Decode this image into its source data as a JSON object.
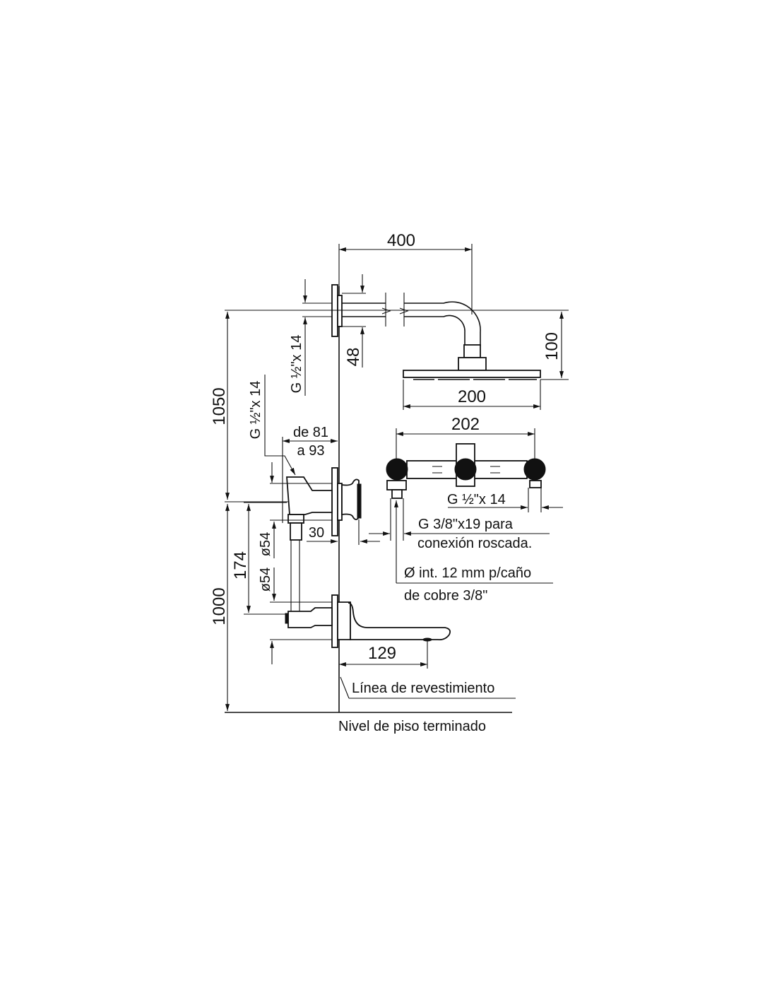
{
  "dimensions": {
    "shower_arm_length": "400",
    "shower_head_drop": "100",
    "shower_head_diameter": "200",
    "arm_offset": "48",
    "arm_thread": "G ½\"x 14",
    "head_height": "1050",
    "valve_thread": "G ½\"x 14",
    "depth_from": "de 81",
    "depth_to": "a 93",
    "valve_spacing": "174",
    "diameter_top": "ø54",
    "diameter_bottom": "ø54",
    "flange_depth": "30",
    "valve_height": "1000",
    "spout_length": "129",
    "top_view_width": "202",
    "top_view_thread": "G ½\"x 14"
  },
  "notes": {
    "connection_line1": "G 3/8\"x19 para",
    "connection_line2": "conexión roscada.",
    "pipe_line1": "Ø int. 12 mm p/caño",
    "pipe_line2": "de cobre 3/8\"",
    "wall_line": "Línea de revestimiento",
    "floor_level": "Nivel de piso terminado"
  },
  "colors": {
    "ink": "#111111",
    "background": "#ffffff"
  }
}
